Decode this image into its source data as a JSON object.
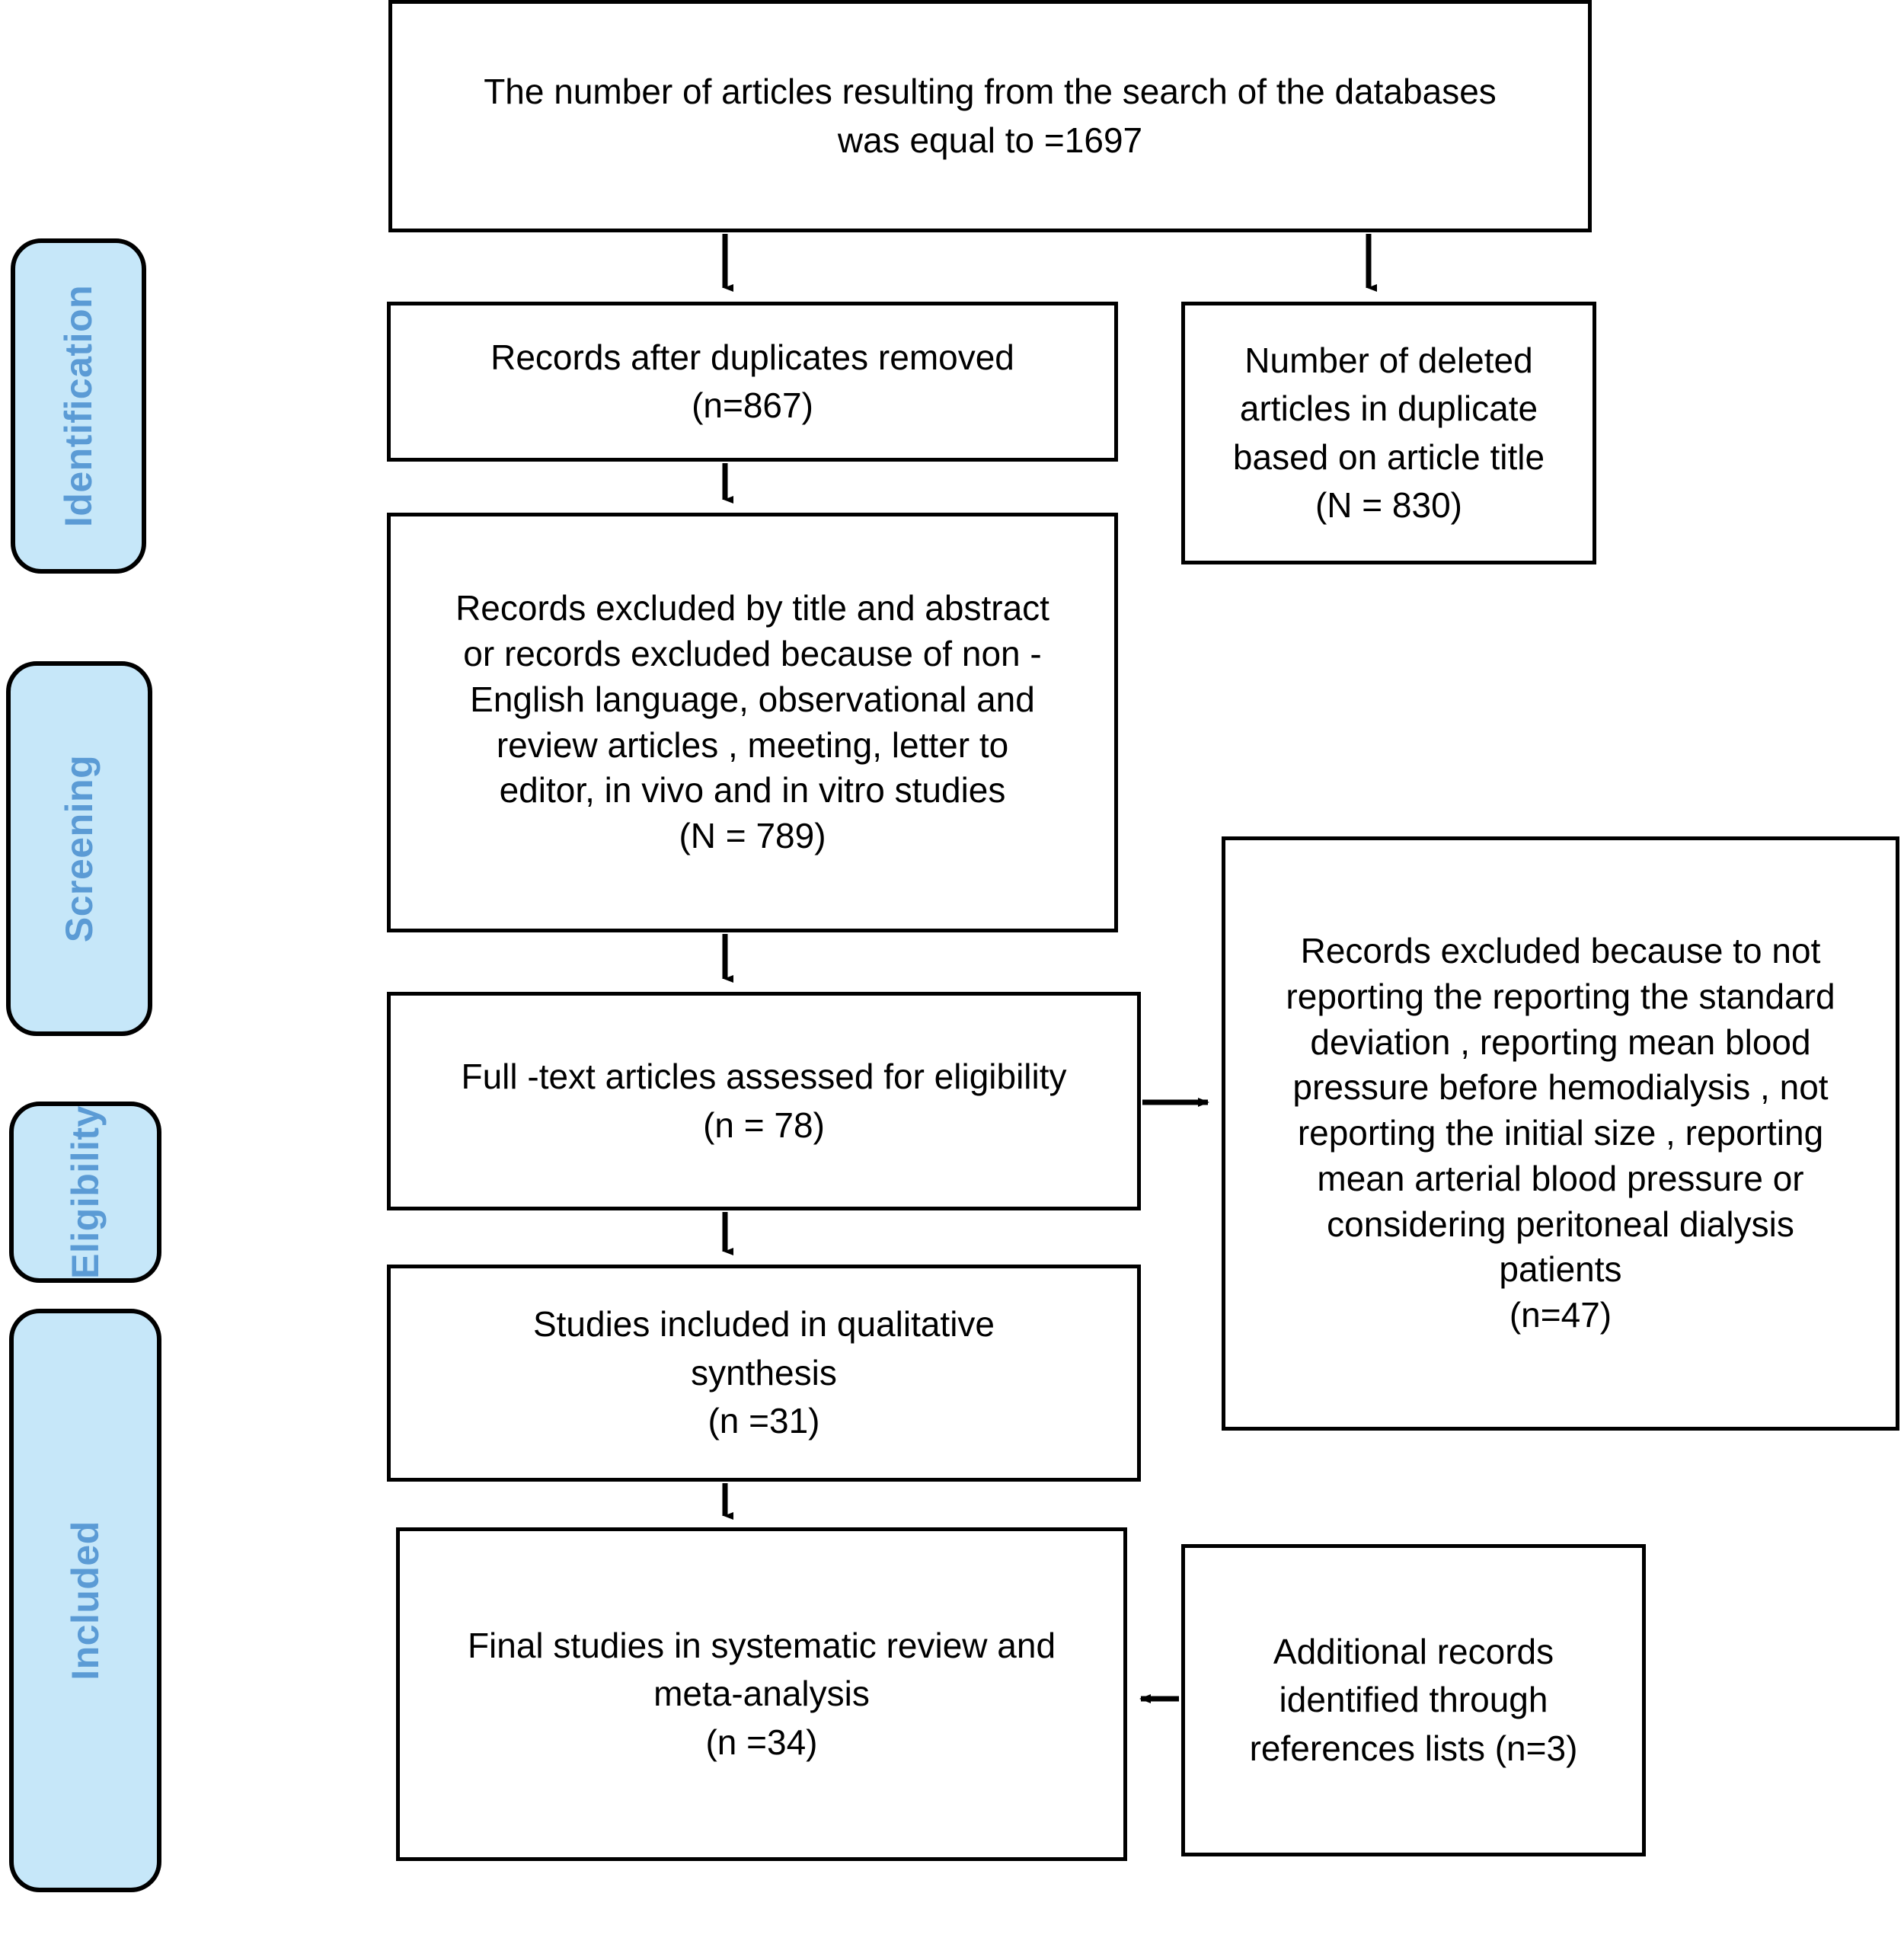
{
  "diagram": {
    "title": "PRISMA study selection flow diagram",
    "accent_blue": "#5b9bd5",
    "tab_fill": "#c6e7f9",
    "line_color": "#000000"
  },
  "stages": [
    {
      "id": "identification",
      "label": "Identification"
    },
    {
      "id": "screening",
      "label": "Screening"
    },
    {
      "id": "eligibility",
      "label": "Eligibility"
    },
    {
      "id": "included",
      "label": "Included"
    }
  ],
  "boxes": {
    "records_identified": {
      "text": "The number of articles resulting from the search of the databases\nwas equal to =1697",
      "count": 1697
    },
    "duplicates_removed": {
      "text": "Records after duplicates removed\n(n=867)",
      "count": 867
    },
    "deleted_duplicates": {
      "text": "Number of deleted\narticles in duplicate\nbased on article title\n(N =  830)",
      "count": 830
    },
    "excluded_title_abstract": {
      "text": "Records excluded by title and abstract\nor records excluded because of non -\nEnglish language,  observational  and\nreview articles  , meeting, letter to\neditor, in vivo and in vitro studies\n(N =  789)",
      "count": 789
    },
    "fulltext_assessed": {
      "text": "Full -text articles assessed for eligibility\n(n = 78)",
      "count": 78
    },
    "excluded_fulltext": {
      "text": "Records excluded because to not\nreporting the  reporting the  standard\ndeviation , reporting mean blood\npressure before hemodialysis , not\nreporting the  initial size , reporting\nmean arterial blood pressure  or\nconsidering  peritoneal dialysis\npatients\n(n=47)",
      "count": 47
    },
    "qualitative_synthesis": {
      "text": "Studies included in qualitative\nsynthesis\n(n =31)",
      "count": 31
    },
    "final_studies": {
      "text": "Final studies in systematic review and\nmeta-analysis\n(n =34)",
      "count": 34
    },
    "additional_records": {
      "text": "Additional records\nidentified through\nreferences lists (n=3)",
      "count": 3
    }
  }
}
